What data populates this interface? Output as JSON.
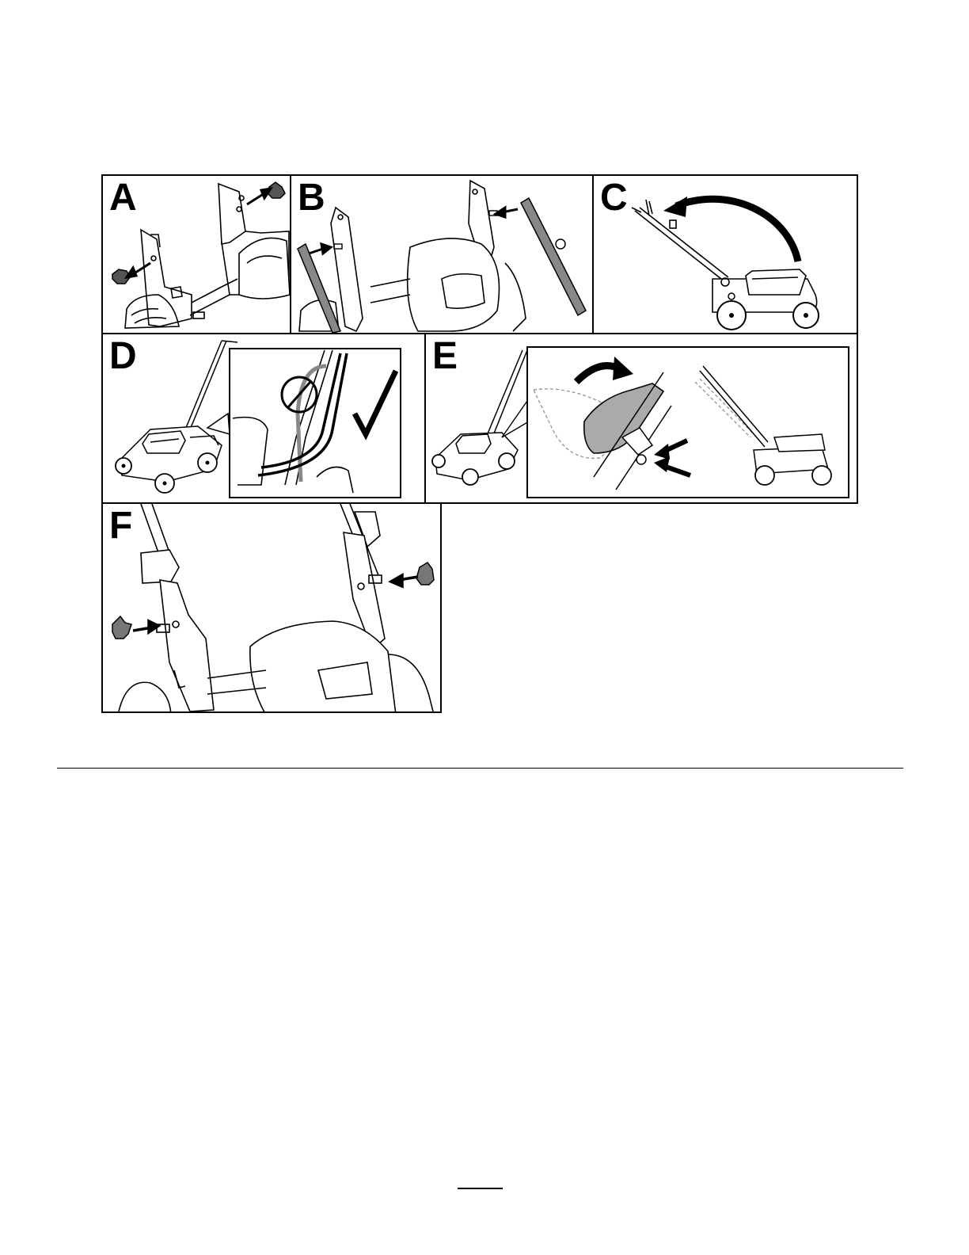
{
  "figure": {
    "panels": [
      {
        "id": "A",
        "label": "A"
      },
      {
        "id": "B",
        "label": "B"
      },
      {
        "id": "C",
        "label": "C"
      },
      {
        "id": "D",
        "label": "D"
      },
      {
        "id": "E",
        "label": "E"
      },
      {
        "id": "F",
        "label": "F"
      }
    ]
  },
  "footer": {
    "page_number": ""
  }
}
